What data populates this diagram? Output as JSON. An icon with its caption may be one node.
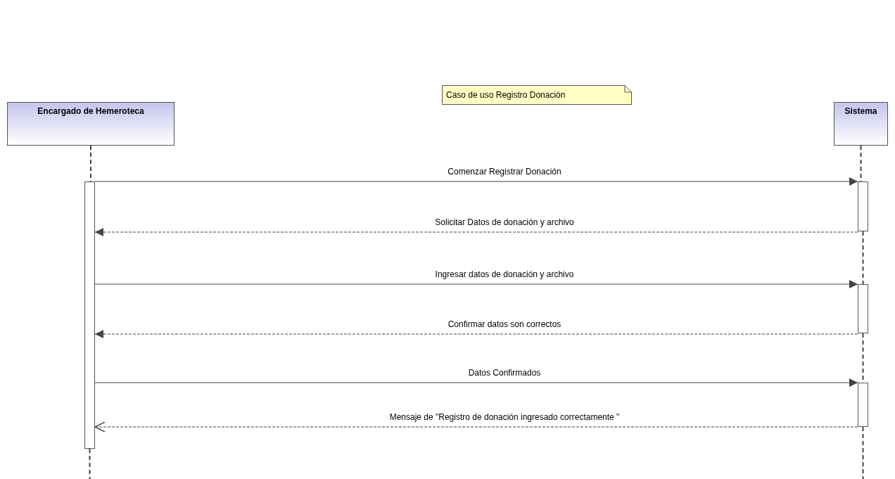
{
  "diagram": {
    "nodes": [
      {
        "text": [
          "Encargado de Hemeroteca"
        ]
      },
      {
        "text": [
          "Sistema"
        ]
      },
      {
        "text": [
          "Caso de uso Registro Donación"
        ]
      },
      {
        "text": [],
        "shape": "bar"
      },
      {
        "text": [],
        "shape": "bar"
      },
      {
        "text": [],
        "shape": "bar"
      },
      {
        "text": [],
        "shape": "bar"
      }
    ],
    "edges": [
      {
        "from": 3,
        "to": 4,
        "arrow": "to",
        "label": "Comenzar Registrar Donación"
      },
      {
        "from": 4,
        "to": 3,
        "arrow": "to",
        "label": "Solicitar Datos de donación y archivo",
        "style": "dashed"
      },
      {
        "from": 3,
        "to": 5,
        "arrow": "to",
        "label": "Ingresar datos de donación y archivo"
      },
      {
        "from": 5,
        "to": 3,
        "arrow": "to",
        "label": "Confirmar datos son correctos",
        "style": "dashed"
      },
      {
        "from": 3,
        "to": 6,
        "arrow": "to",
        "label": "Datos Confirmados"
      },
      {
        "from": 6,
        "to": 3,
        "arrow": "to",
        "label": "Mensaje de \"Registro de donación ingresado correctamente \"",
        "style": "dashed"
      },
      {
        "from": 0,
        "to": 3,
        "arrow": "none",
        "style": "dashed"
      },
      {
        "from": 3,
        "to": null,
        "arrow": "none",
        "style": "dashed"
      },
      {
        "from": 1,
        "to": 4,
        "arrow": "none",
        "style": "dashed"
      },
      {
        "from": 4,
        "to": 5,
        "arrow": "none",
        "style": "dashed"
      },
      {
        "from": 5,
        "to": 6,
        "arrow": "none",
        "style": "dashed"
      },
      {
        "from": 6,
        "to": null,
        "arrow": "none",
        "style": "dashed"
      }
    ]
  }
}
